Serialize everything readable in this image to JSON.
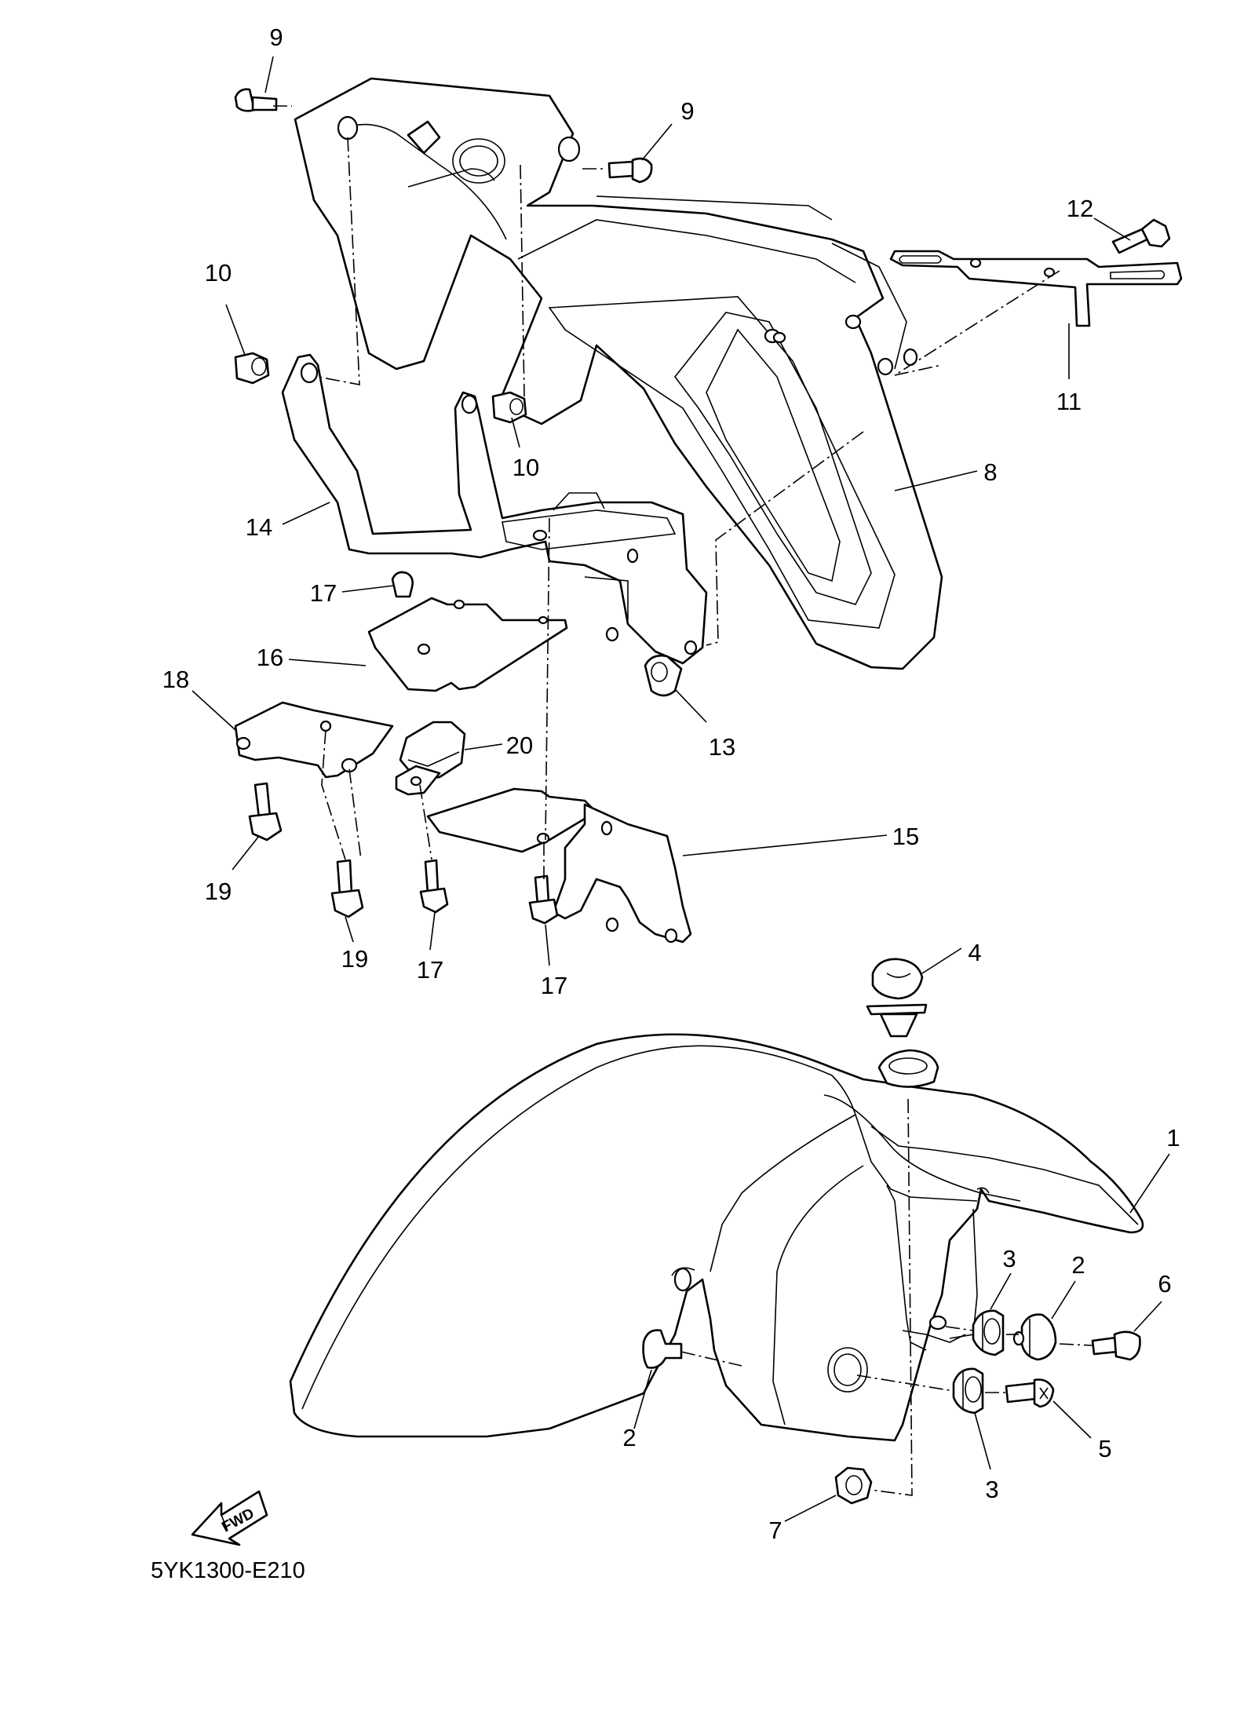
{
  "callouts": [
    {
      "text": "9"
    },
    {
      "text": "9"
    },
    {
      "text": "12"
    },
    {
      "text": "10"
    },
    {
      "text": "10"
    },
    {
      "text": "11"
    },
    {
      "text": "8"
    },
    {
      "text": "14"
    },
    {
      "text": "17"
    },
    {
      "text": "16"
    },
    {
      "text": "18"
    },
    {
      "text": "20"
    },
    {
      "text": "13"
    },
    {
      "text": "15"
    },
    {
      "text": "19"
    },
    {
      "text": "19"
    },
    {
      "text": "17"
    },
    {
      "text": "17"
    },
    {
      "text": "4"
    },
    {
      "text": "1"
    },
    {
      "text": "3"
    },
    {
      "text": "2"
    },
    {
      "text": "6"
    },
    {
      "text": "2"
    },
    {
      "text": "5"
    },
    {
      "text": "3"
    },
    {
      "text": "7"
    }
  ],
  "direction_arrow": {
    "label": "FWD"
  },
  "drawing_code": "5YK1300-E210"
}
